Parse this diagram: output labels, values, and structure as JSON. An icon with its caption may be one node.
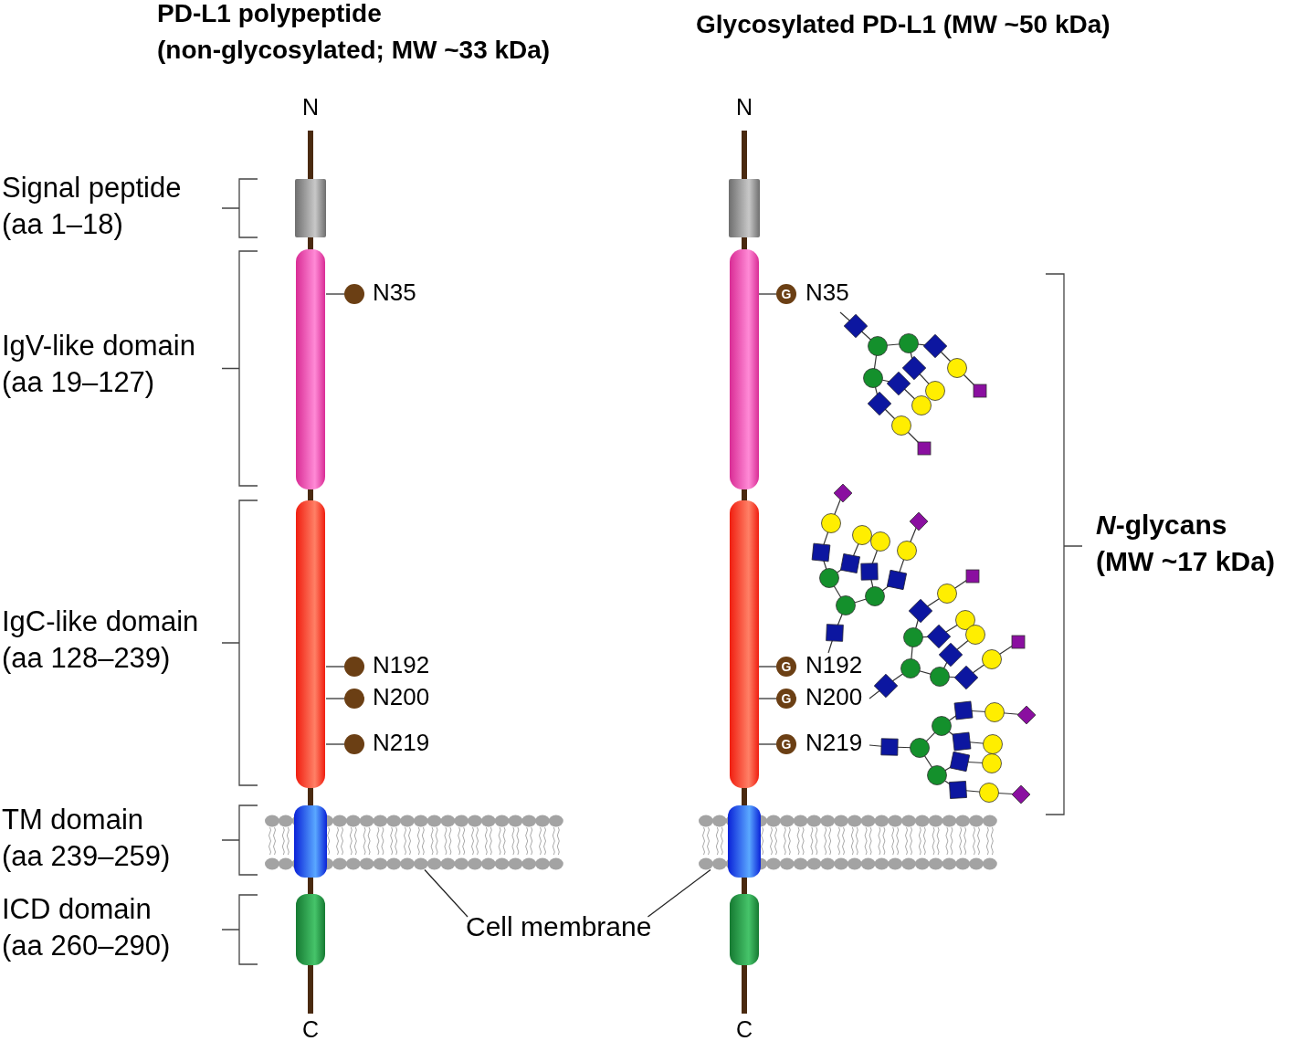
{
  "diagram": {
    "nodes": [
      {
        "text": [
          "Cell membrane"
        ]
      },
      {
        "text": [],
        "shape": "picture"
      },
      {
        "text": [],
        "shape": "picture"
      }
    ],
    "edges": [
      {
        "from": 0,
        "to": 1,
        "arrow": "none"
      },
      {
        "from": 0,
        "to": 2,
        "arrow": "none"
      }
    ],
    "labels": [
      "PD-L1 polypeptide (non-glycosylated; MW ~33 kDa)",
      "Glycosylated PD-L1 (MW ~50 kDa)",
      "N",
      "N",
      "Signal peptide (aa 1–18)",
      "N35",
      "G",
      "N35",
      "IgV-like domain (aa 19–127)",
      "*N*-glycans (MW ~17 kDa)",
      "IgC-like domain (aa 128–239)",
      "N192",
      "G",
      "N192",
      "N200",
      "G",
      "N200",
      "N219",
      "G",
      "N219",
      "TM domain (aa 239–259)",
      "ICD domain (aa 260–290)",
      "C",
      "C"
    ]
  }
}
